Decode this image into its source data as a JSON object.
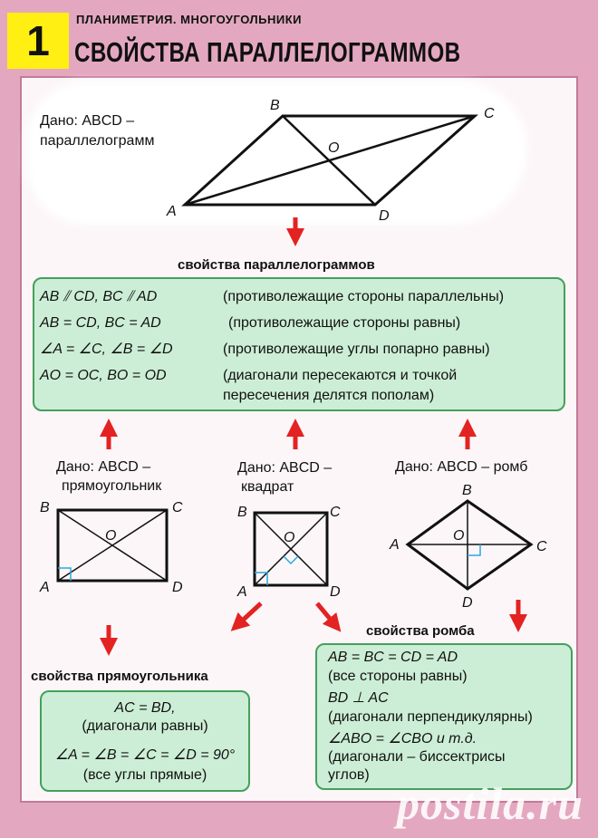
{
  "header": {
    "number": "1",
    "subtitle": "ПЛАНИМЕТРИЯ. МНОГОУГОЛЬНИКИ",
    "title": "СВОЙСТВА ПАРАЛЛЕЛОГРАММОВ"
  },
  "given_top": {
    "line1": "Дано: ABCD –",
    "line2": "параллелограмм",
    "vertices": {
      "A": "A",
      "B": "B",
      "C": "C",
      "D": "D",
      "O": "O"
    }
  },
  "parallelogram_props": {
    "heading": "свойства параллелограммов",
    "rows": [
      {
        "formula": "AB ⫽ CD,   BC ⫽ AD",
        "desc": "(противолежащие стороны параллельны)"
      },
      {
        "formula": "AB = CD,  BC =  AD",
        "desc": "(противолежащие стороны равны)"
      },
      {
        "formula": "∠A = ∠C,   ∠B = ∠D",
        "desc": "(противолежащие углы попарно равны)"
      },
      {
        "formula": "AO = OC,  BO = OD",
        "desc": "(диагонали пересекаются и точкой",
        "desc2": "пересечения делятся пополам)"
      }
    ]
  },
  "rectangle": {
    "line1": "Дано: ABCD –",
    "line2": "прямоугольник",
    "heading": "свойства прямоугольника",
    "props": [
      "AC = BD,",
      "(диагонали равны)",
      "∠A = ∠B = ∠C = ∠D = 90°",
      "(все углы прямые)"
    ]
  },
  "square": {
    "line1": "Дано: ABCD –",
    "line2": "квадрат"
  },
  "rhombus": {
    "line1": "Дано: ABCD – ромб",
    "heading": "свойства ромба",
    "props": [
      "AB = BC = CD = AD",
      "(все стороны равны)",
      "BD  ⊥  AC",
      "(диагонали перпендикулярны)",
      "∠ABO = ∠CBO и т.д.",
      "(диагонали – биссектрисы",
      "углов)"
    ]
  },
  "watermark": "postila.ru",
  "colors": {
    "arrow": "#e32222",
    "box_fill": "#cdeed6",
    "box_border": "#43a05c",
    "badge": "#ffef12",
    "right_angle": "#2aa8e0"
  }
}
